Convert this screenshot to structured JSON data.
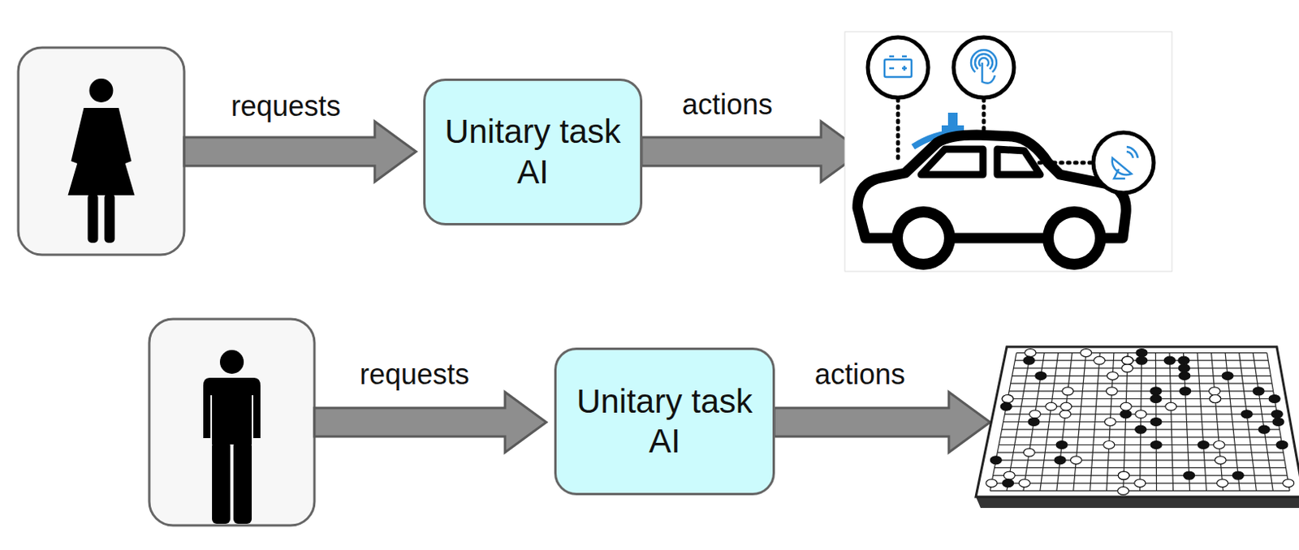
{
  "diagram": {
    "nodes": [
      {
        "text": [
          "Unitary task AI"
        ]
      },
      {
        "text": [
          "Unitary task AI"
        ]
      }
    ],
    "labels": [
      "requests",
      "actions",
      "requests",
      "actions"
    ]
  }
}
